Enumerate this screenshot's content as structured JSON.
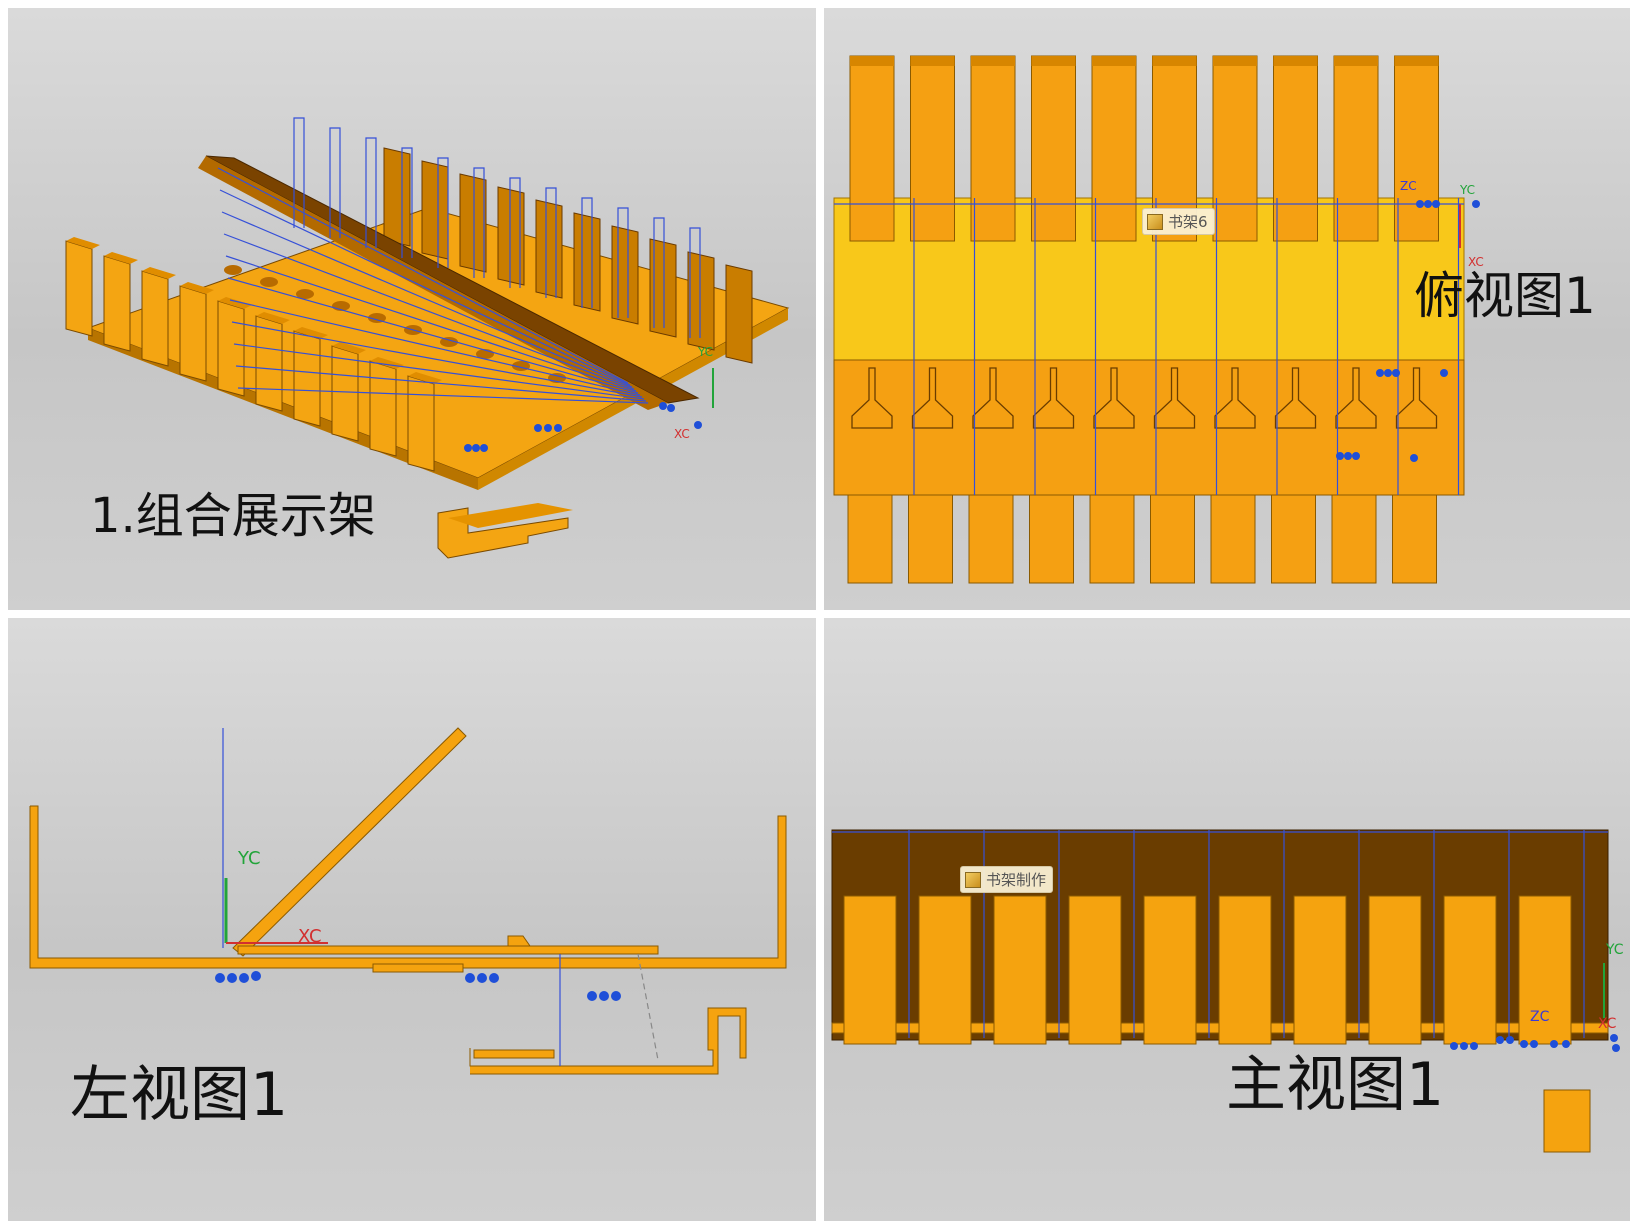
{
  "panels": {
    "iso": {
      "caption": "1.组合展示架",
      "xc": "XC",
      "yc": "YC"
    },
    "top": {
      "caption": "俯视图1",
      "tag": "书架6",
      "xc": "XC",
      "yc": "YC",
      "zc": "ZC"
    },
    "left": {
      "caption": "左视图1",
      "xc": "XC",
      "yc": "YC"
    },
    "front": {
      "caption": "主视图1",
      "tag": "书架制作",
      "yc": "YC",
      "xc": "XC",
      "zc": "ZC"
    }
  },
  "colors": {
    "part_orange": "#f5a30f",
    "part_dark": "#6a3d00",
    "part_yellow": "#f7c81b",
    "sketch_blue": "#3550d8",
    "background": "#cfcfcf"
  }
}
